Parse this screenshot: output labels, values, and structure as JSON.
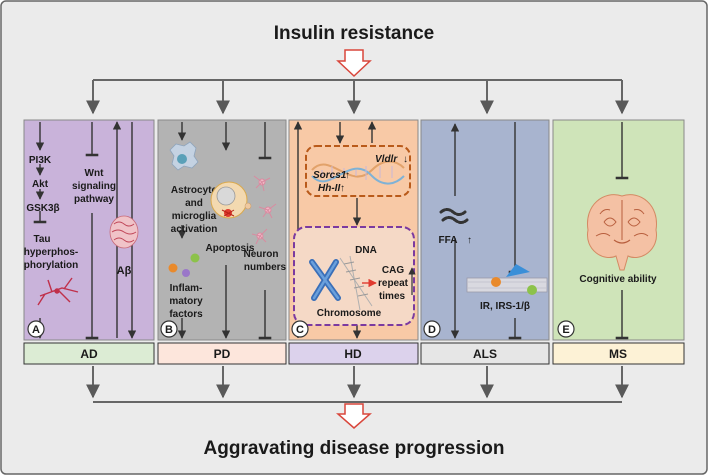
{
  "title_top": "Insulin resistance",
  "title_bottom": "Aggravating disease progression",
  "colors": {
    "background": "#ebebeb",
    "line": "#666666",
    "arrow_fill": "#ffffff",
    "arrow_stroke": "#d9463b",
    "panel_a": "#c9b3da",
    "panel_b": "#b3b3b3",
    "panel_c": "#f8c9a6",
    "panel_d": "#a8b4cf",
    "panel_e": "#cfe4b9",
    "box_ad": "#dcecd4",
    "box_pd": "#fde6dc",
    "box_hd": "#dcd2ec",
    "box_als": "#e6e6e6",
    "box_ms": "#fdf2d6"
  },
  "panels": [
    {
      "letter": "A",
      "disease": "AD",
      "labels": {
        "pi3k": "PI3K",
        "akt": "Akt",
        "gsk": "GSK3β",
        "tau1": "Tau",
        "tau2": "hyperphos-",
        "tau3": "phorylation",
        "wnt1": "Wnt",
        "wnt2": "signaling",
        "wnt3": "pathway",
        "abeta": "Aβ"
      },
      "icons": [
        "neuron-icon",
        "amyloid-beta-icon"
      ]
    },
    {
      "letter": "B",
      "disease": "PD",
      "labels": {
        "astro1": "Astrocyte",
        "astro2": "and",
        "astro3": "microglia",
        "astro4": "activation",
        "apoptosis": "Apoptosis",
        "inflam1": "Inflam-",
        "inflam2": "matory",
        "inflam3": "factors",
        "neuron1": "Neuron",
        "neuron2": "numbers"
      },
      "icons": [
        "microglia-icon",
        "apoptotic-cell-icon",
        "inflammatory-factor-icon",
        "neuron-cells-icon"
      ]
    },
    {
      "letter": "C",
      "disease": "HD",
      "labels": {
        "vldlr": "Vldlr",
        "sorcs1": "Sorcs1",
        "hh": "Hh-II",
        "dna": "DNA",
        "chromosome": "Chromosome",
        "cag1": "CAG",
        "cag2": "repeat",
        "cag3": "times"
      },
      "icons": [
        "dna-helix-icon",
        "chromosome-icon"
      ]
    },
    {
      "letter": "D",
      "disease": "ALS",
      "labels": {
        "ffa": "FFA",
        "ir": "IR, IRS-1/β"
      },
      "icons": [
        "fatty-acid-icon",
        "insulin-receptor-membrane-icon"
      ]
    },
    {
      "letter": "E",
      "disease": "MS",
      "labels": {
        "cognitive": "Cognitive ability"
      },
      "icons": [
        "brain-section-icon"
      ]
    }
  ]
}
